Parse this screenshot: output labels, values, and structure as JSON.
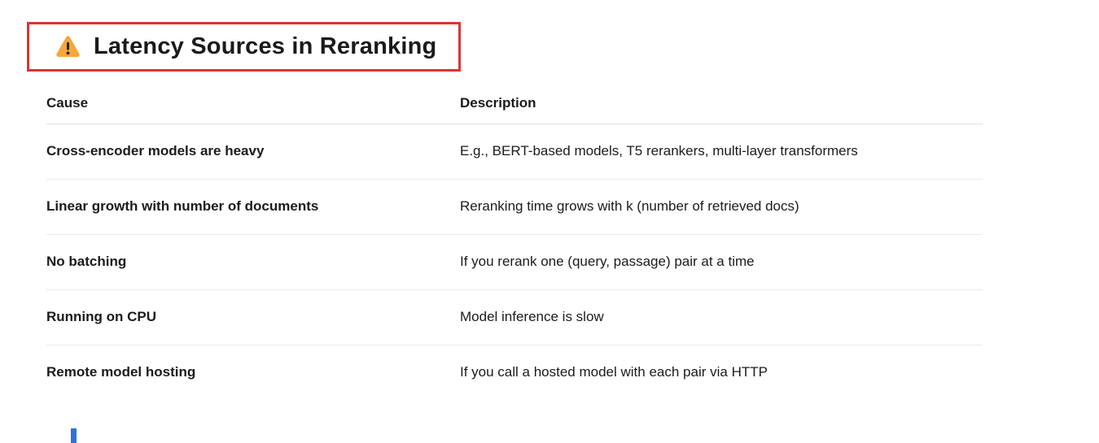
{
  "heading": {
    "title": "Latency Sources in Reranking",
    "icon": "warning-icon"
  },
  "table": {
    "columns": [
      "Cause",
      "Description"
    ],
    "rows": [
      {
        "cause": "Cross-encoder models are heavy",
        "description": "E.g., BERT-based models, T5 rerankers, multi-layer transformers"
      },
      {
        "cause": "Linear growth with number of documents",
        "description": "Reranking time grows with k (number of retrieved docs)"
      },
      {
        "cause": "No batching",
        "description": "If you rerank one (query, passage) pair at a time"
      },
      {
        "cause": "Running on CPU",
        "description": "Model inference is slow"
      },
      {
        "cause": "Remote model hosting",
        "description": "If you call a hosted model with each pair via HTTP"
      }
    ]
  },
  "colors": {
    "highlight_border": "#db3434",
    "warning_triangle_fill": "#f6a73c",
    "warning_glyph": "#262626",
    "header_divider": "#e2e2e2",
    "row_divider": "#eaeaea",
    "text": "#1b1b1b",
    "bottom_marker_blue": "#2e74d9",
    "background": "#ffffff"
  }
}
